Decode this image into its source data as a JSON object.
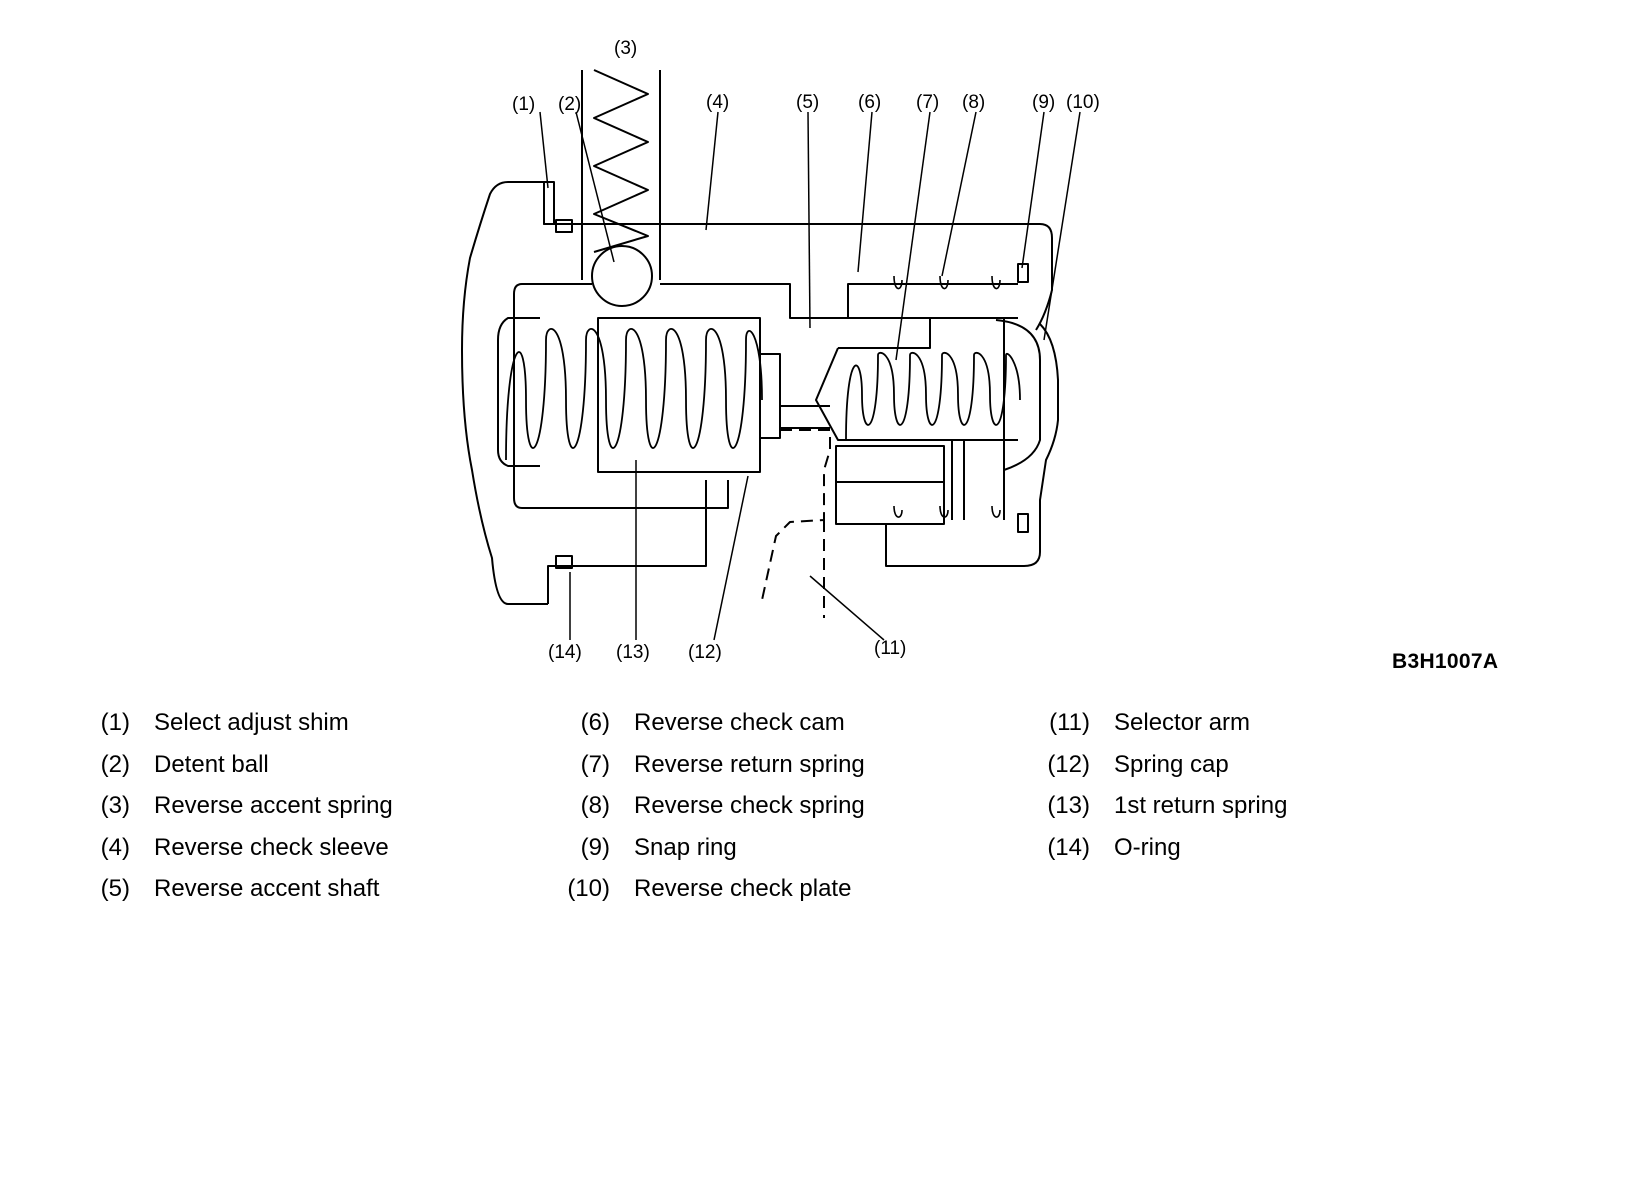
{
  "figure_code": "B3H1007A",
  "callouts": [
    "(1)",
    "(2)",
    "(3)",
    "(4)",
    "(5)",
    "(6)",
    "(7)",
    "(8)",
    "(9)",
    "(10)",
    "(11)",
    "(12)",
    "(13)",
    "(14)"
  ],
  "legend": {
    "col1": [
      {
        "num": "(1)",
        "label": "Select adjust shim"
      },
      {
        "num": "(2)",
        "label": "Detent ball"
      },
      {
        "num": "(3)",
        "label": "Reverse accent spring"
      },
      {
        "num": "(4)",
        "label": "Reverse check sleeve"
      },
      {
        "num": "(5)",
        "label": "Reverse accent shaft"
      }
    ],
    "col2": [
      {
        "num": "(6)",
        "label": "Reverse check cam"
      },
      {
        "num": "(7)",
        "label": "Reverse return spring"
      },
      {
        "num": "(8)",
        "label": "Reverse check spring"
      },
      {
        "num": "(9)",
        "label": "Snap ring"
      },
      {
        "num": "(10)",
        "label": "Reverse check plate"
      }
    ],
    "col3": [
      {
        "num": "(11)",
        "label": "Selector arm"
      },
      {
        "num": "(12)",
        "label": "Spring cap"
      },
      {
        "num": "(13)",
        "label": "1st return spring"
      },
      {
        "num": "(14)",
        "label": "O-ring"
      }
    ]
  }
}
